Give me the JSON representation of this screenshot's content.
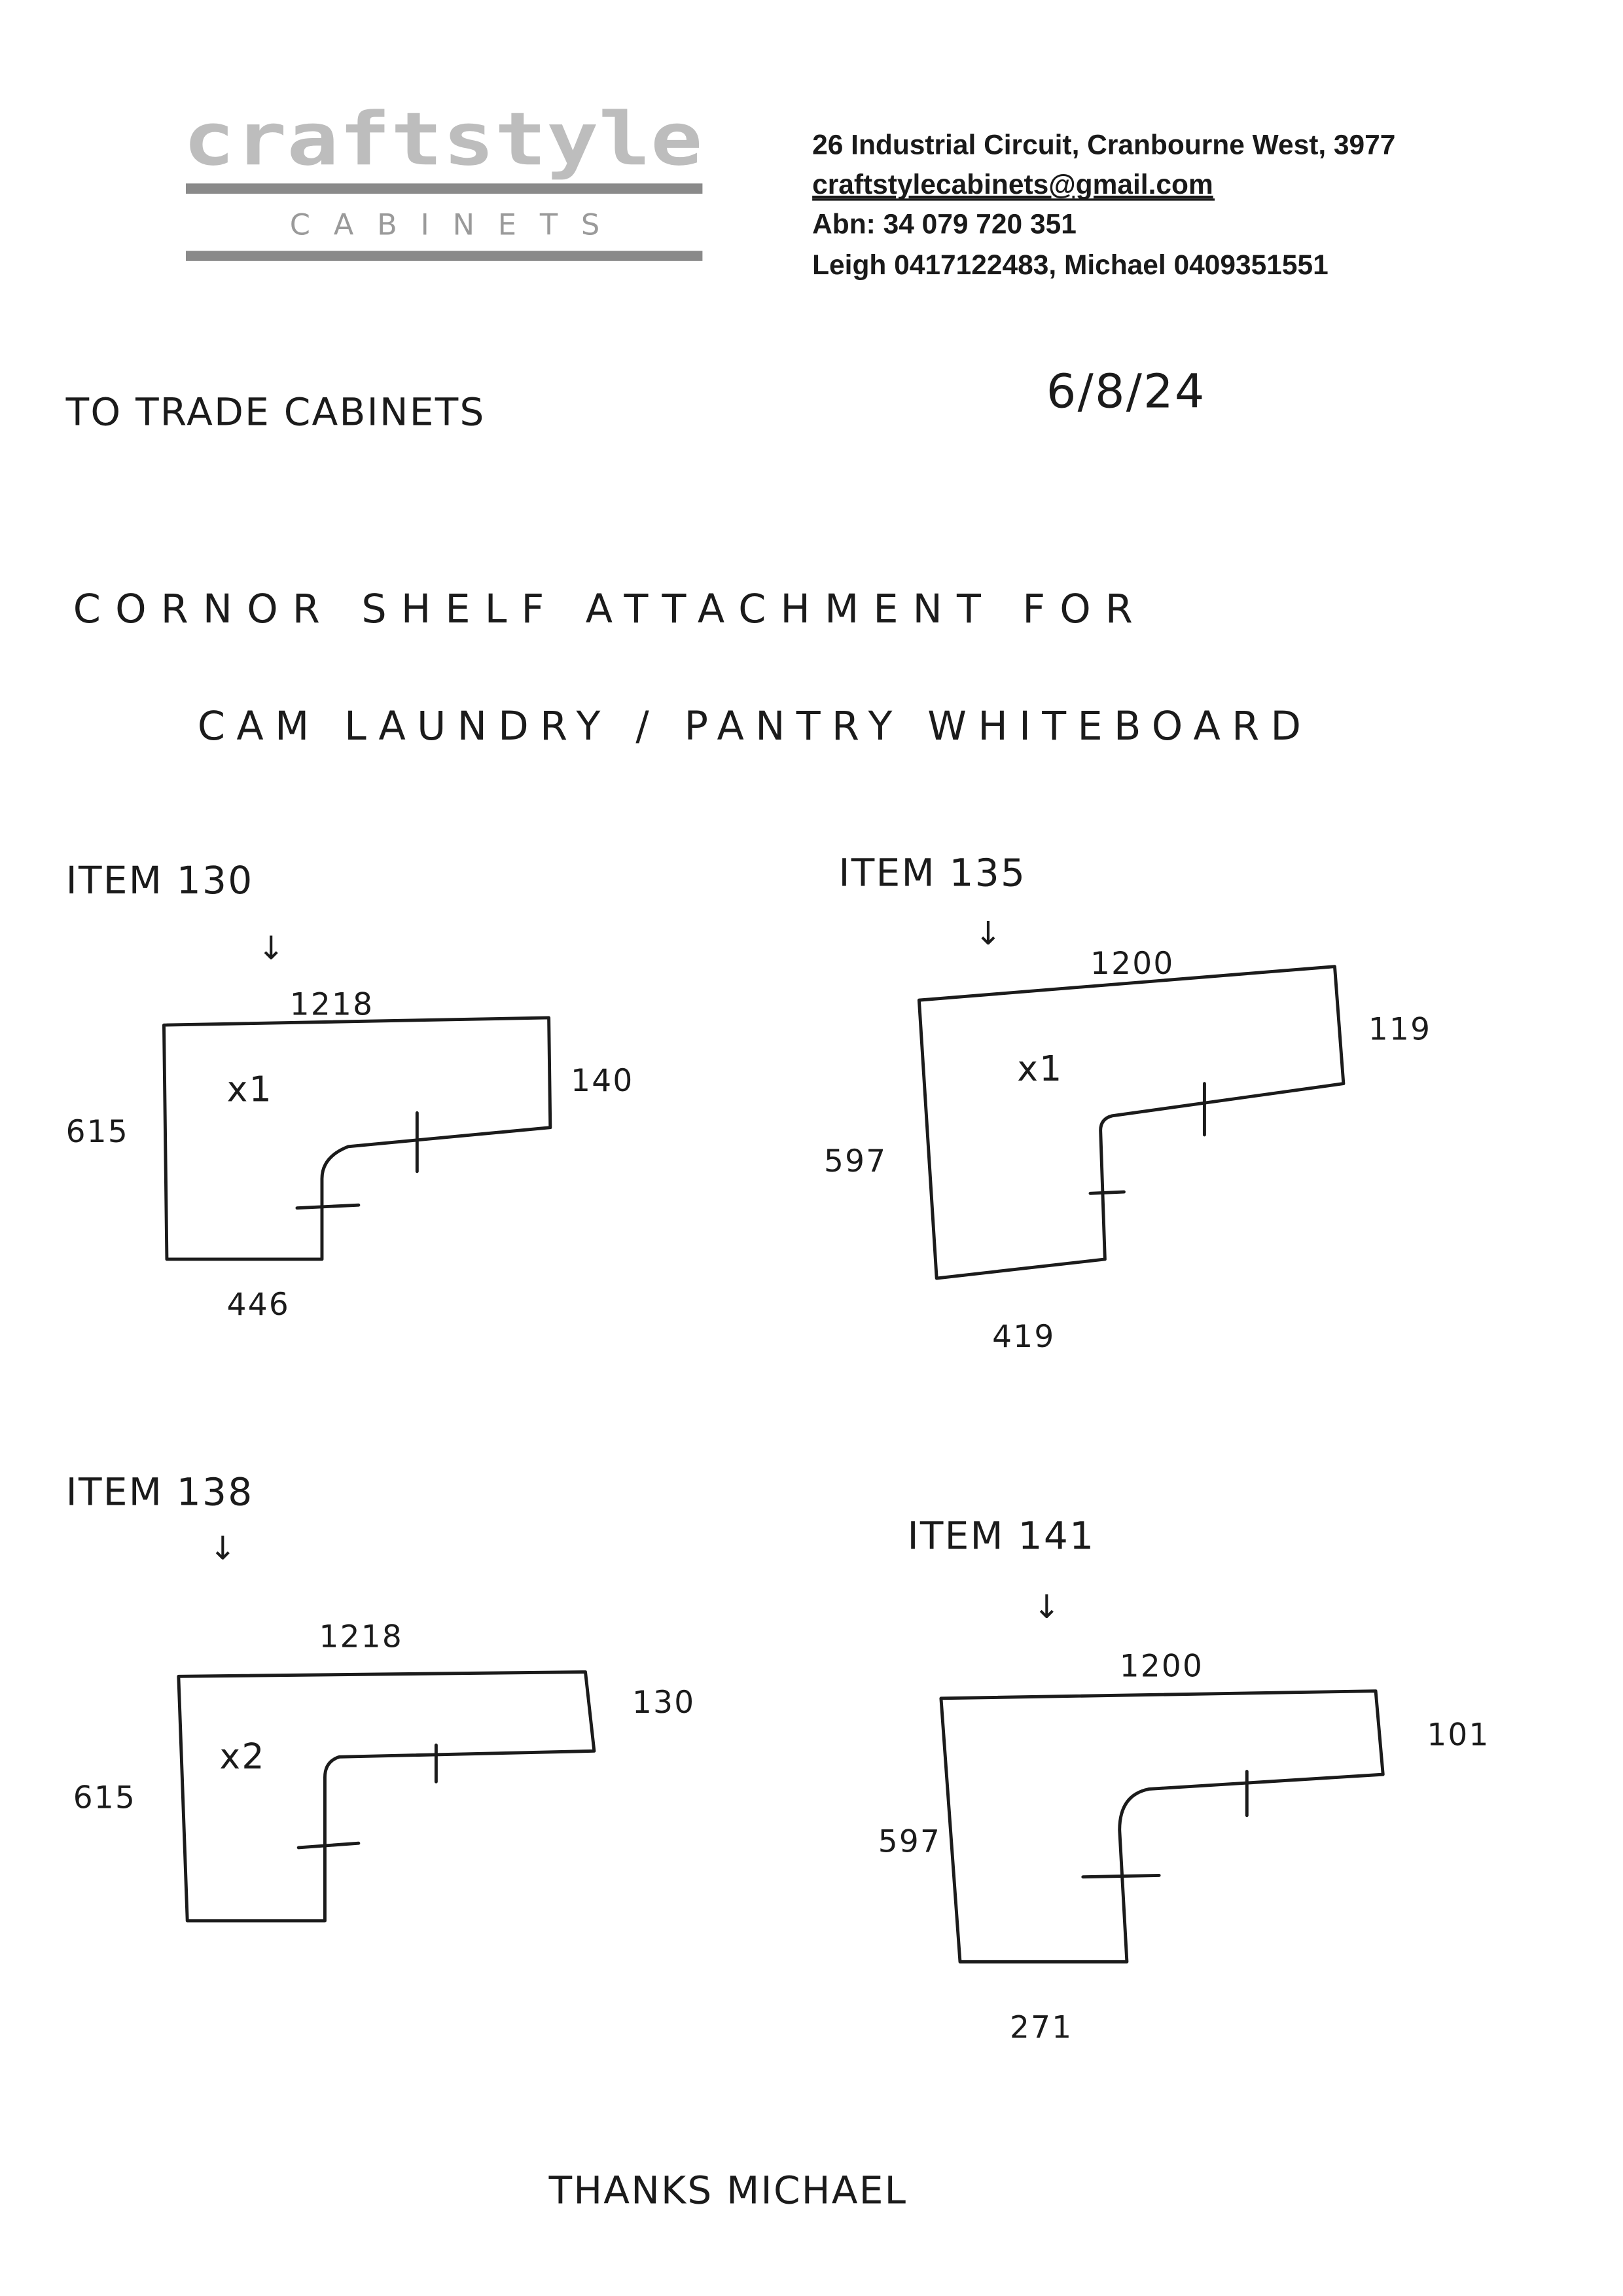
{
  "letterhead": {
    "logo_word": "craftstyle",
    "logo_sub": "CABINETS",
    "address": "26 Industrial Circuit, Cranbourne West, 3977",
    "email": "craftstylecabinets@gmail.com",
    "abn": "Abn: 34 079 720 351",
    "phones": "Leigh 0417122483, Michael 0409351551"
  },
  "note": {
    "to": "TO  TRADE  CABINETS",
    "date": "6/8/24",
    "heading_line1": "CORNOR  SHELF  ATTACHMENT  FOR",
    "heading_line2": "CAM  LAUNDRY / PANTRY  WHITEBOARD",
    "signoff": "THANKS  MICHAEL"
  },
  "items": [
    {
      "label": "ITEM  130",
      "top": "1218",
      "side": "615",
      "right": "140",
      "bottom": "446",
      "qty": "x1"
    },
    {
      "label": "ITEM  135",
      "top": "1200",
      "side": "597",
      "right": "119",
      "bottom": "419",
      "qty": "x1"
    },
    {
      "label": "ITEM  138",
      "top": "1218",
      "side": "615",
      "right": "130",
      "qty": "x2"
    },
    {
      "label": "ITEM  141",
      "top": "1200",
      "side": "597",
      "right": "101",
      "bottom": "271"
    }
  ]
}
